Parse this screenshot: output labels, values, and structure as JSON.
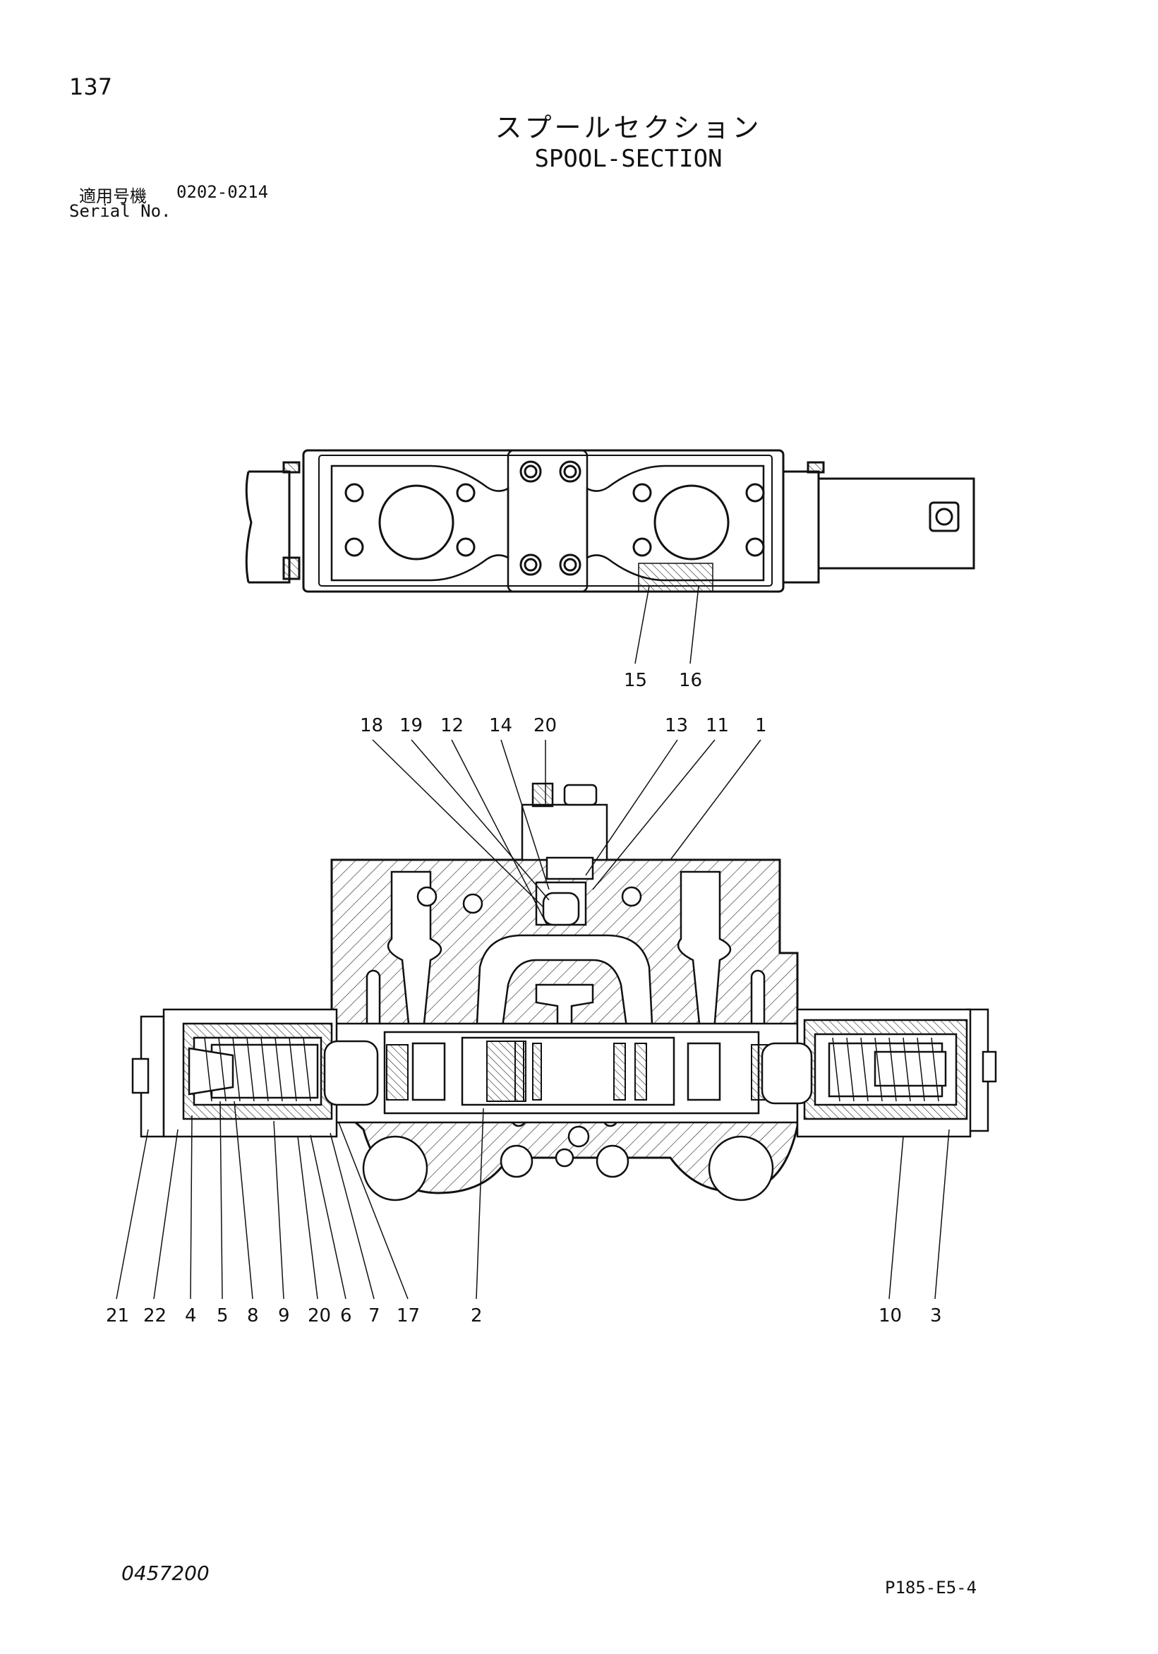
{
  "header": {
    "page_number": "137",
    "title_jp": "スプールセクション",
    "title_en": "SPOOL-SECTION",
    "serial_label_jp": "適用号機",
    "serial_range": "0202-0214",
    "serial_label_en": "Serial No."
  },
  "top_view": {
    "callouts": [
      "15",
      "16"
    ]
  },
  "section_view": {
    "top_callouts": [
      "18",
      "19",
      "12",
      "14",
      "20",
      "13",
      "11",
      "1"
    ],
    "bottom_callouts": [
      "21",
      "22",
      "4",
      "5",
      "8",
      "9",
      "20",
      "6",
      "7",
      "17",
      "2",
      "10",
      "3"
    ]
  },
  "footer": {
    "drawing_number": "0457200",
    "page_code": "P185-E5-4"
  }
}
